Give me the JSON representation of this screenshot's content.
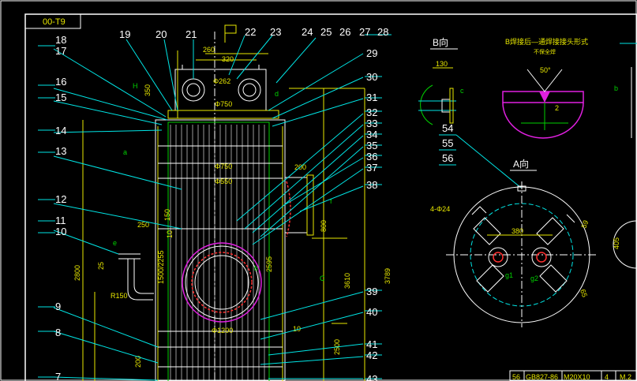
{
  "drawing_id": "00-T9",
  "leaders_top": [
    "19",
    "20",
    "21",
    "22",
    "23",
    "24",
    "25",
    "26",
    "27",
    "28"
  ],
  "leaders_left": [
    "18",
    "17",
    "16",
    "15",
    "14",
    "13",
    "12",
    "11",
    "10",
    "9",
    "8",
    "7"
  ],
  "leaders_right": [
    "29",
    "30",
    "31",
    "32",
    "33",
    "34",
    "35",
    "36",
    "37",
    "38",
    "39",
    "40",
    "41",
    "42",
    "43"
  ],
  "view_b": "B向",
  "view_a": "A向",
  "weld_detail_title": "B焊接后—通焊接接头形式",
  "weld_detail_note": "不保全焊",
  "weld_angle": "50°",
  "mid_labels": [
    "54",
    "55",
    "56"
  ],
  "marks": {
    "H": "H",
    "C": "C",
    "e": "e",
    "b": "b",
    "g1": "g1",
    "g2": "g2",
    "c": "c",
    "a": "a",
    "d": "d",
    "f": "f"
  },
  "dims": {
    "d260": "260",
    "d320": "320",
    "d262": "Φ262",
    "d750a": "Φ750",
    "d750b": "Φ750",
    "d550": "Φ550",
    "d350": "350",
    "d200": "200",
    "d800": "800",
    "d250": "250",
    "d150": "150",
    "d10": "10",
    "d2255": "1500/2255",
    "d2595": "2595",
    "d3610": "3610",
    "d3789": "3789",
    "d2800": "2800",
    "dR150": "R150",
    "d1200": "Φ1200",
    "d130": "130",
    "d380": "380",
    "d405": "405",
    "d4024": "4-Φ24",
    "d2500": "2500",
    "d200b": "200",
    "d10b": "10",
    "d25": "25",
    "d2": "2",
    "d59": "59",
    "d65": "65"
  },
  "title_block": {
    "code": "56",
    "std": "GB827-86",
    "part": "M20X10",
    "qty": "4",
    "mat": "M.2"
  }
}
